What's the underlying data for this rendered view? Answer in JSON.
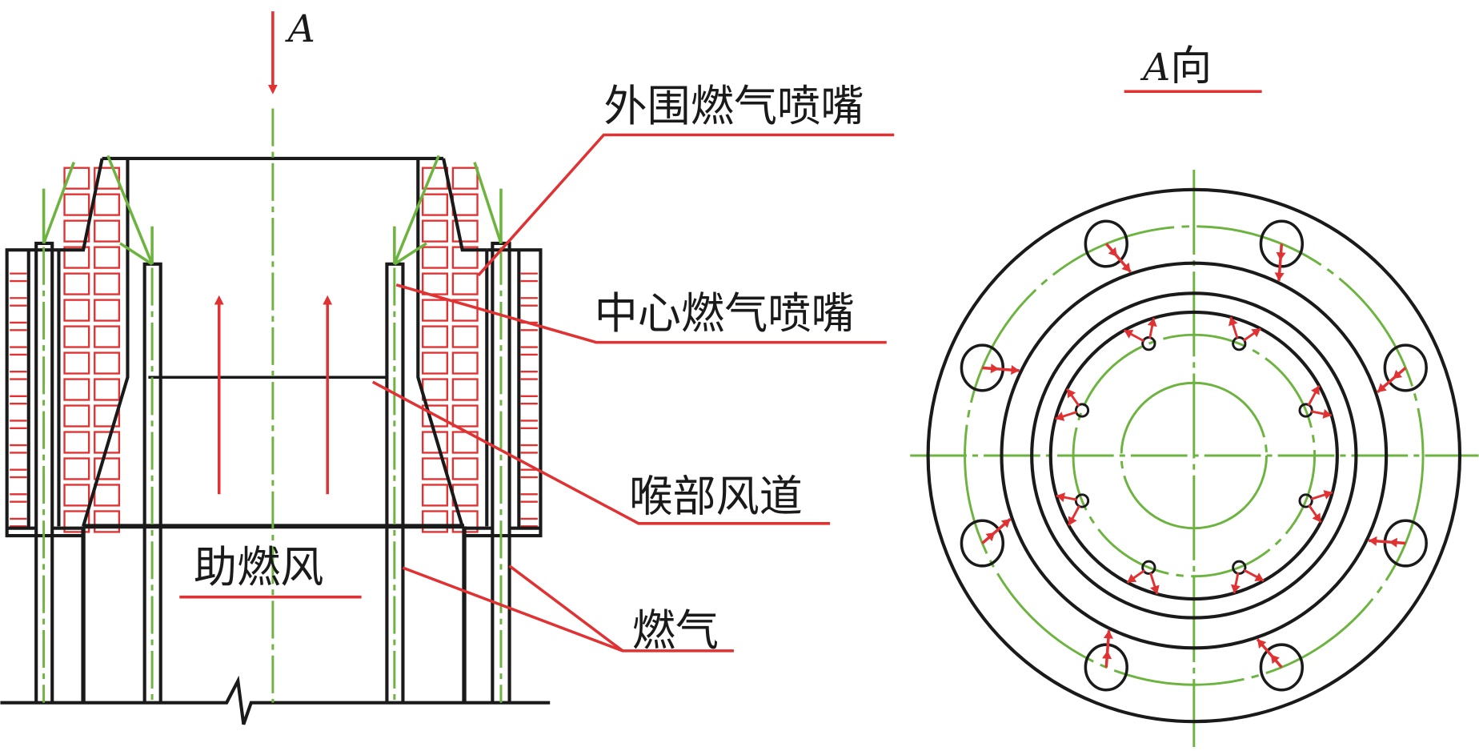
{
  "colors": {
    "outline": "#1a1a1a",
    "refractory": "#e03232",
    "centerline": "#6db33f",
    "leader": "#e03232"
  },
  "section_view": {
    "view_arrow_label": "A",
    "labels": {
      "outer_nozzle": "外围燃气喷嘴",
      "center_nozzle": "中心燃气喷嘴",
      "throat_duct": "喉部风道",
      "gas": "燃气",
      "combustion_air": "助燃风"
    }
  },
  "end_view": {
    "title": "A向",
    "title_letter": "A",
    "title_suffix": "向",
    "outer_nozzle_count": 8,
    "center_nozzle_count": 8
  }
}
